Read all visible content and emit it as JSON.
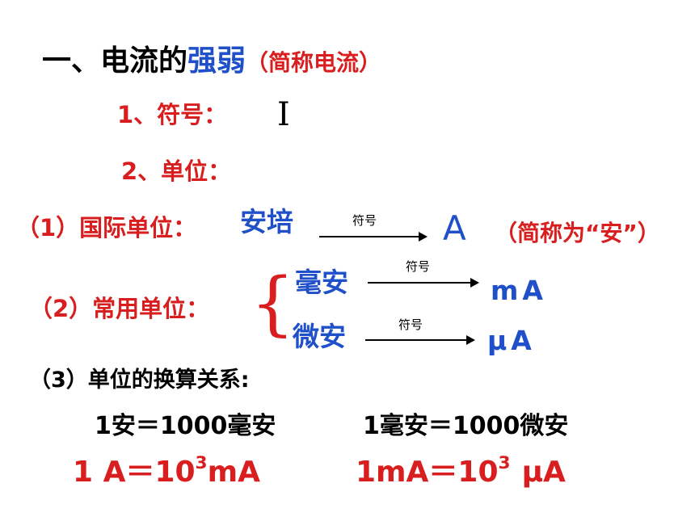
{
  "heading": {
    "prefix": "一、电流的",
    "emph": "强弱",
    "note": "（简称电流）"
  },
  "symbol": {
    "label": "1、符号：",
    "value": "I"
  },
  "unit": {
    "label": "2、单位："
  },
  "intl": {
    "label": "（1）国际单位：",
    "name": "安培",
    "arrow_label": "符号",
    "symbol": "A",
    "note": "（简称为“安”）"
  },
  "common": {
    "label": "（2）常用单位：",
    "brace": "{",
    "items": [
      {
        "name": "毫安",
        "arrow_label": "符号",
        "symbol": "mA"
      },
      {
        "name": "微安",
        "arrow_label": "符号",
        "symbol": "μA"
      }
    ]
  },
  "conversion": {
    "label": "（3）单位的换算关系:",
    "eq1": "1安＝1000毫安",
    "eq2": "1毫安＝1000微安",
    "formula1": {
      "lhs": "1 A＝10",
      "exp": "3",
      "rhs": "mA"
    },
    "formula2": {
      "lhs": "1mA＝10",
      "exp": "3",
      "rhs": "μA"
    }
  },
  "colors": {
    "black": "#000000",
    "red": "#d81e1e",
    "blue": "#1f4fc9"
  }
}
